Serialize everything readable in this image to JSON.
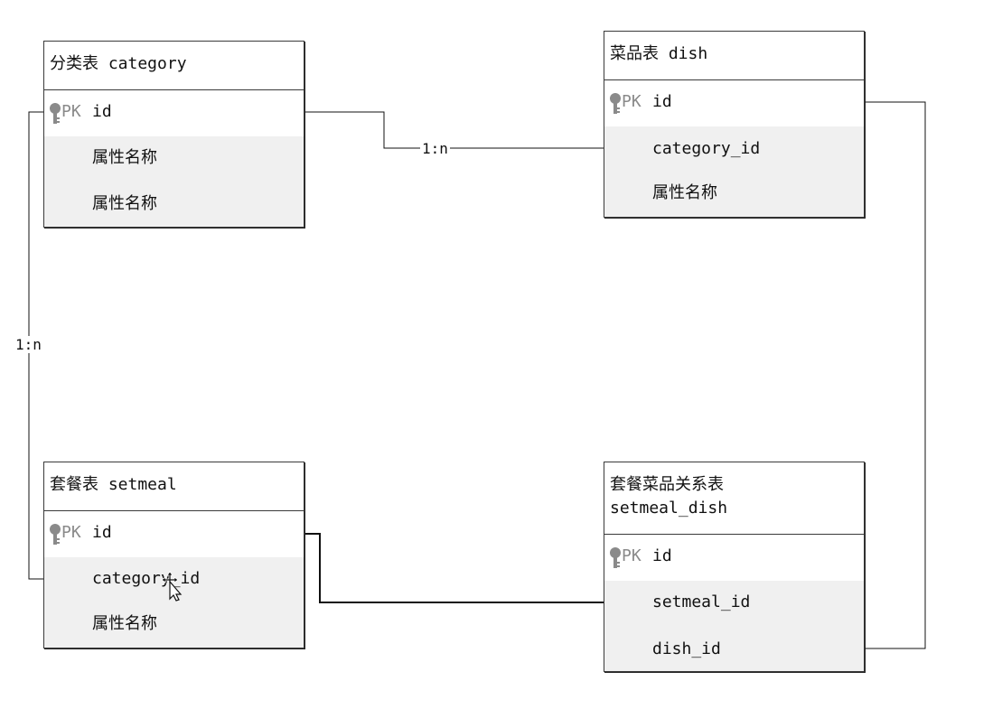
{
  "entities": {
    "category": {
      "title": "分类表 category",
      "pk_label": "PK",
      "pk_column": "id",
      "attrs": [
        "属性名称",
        "属性名称"
      ]
    },
    "dish": {
      "title": "菜品表 dish",
      "pk_label": "PK",
      "pk_column": "id",
      "attrs": [
        "category_id",
        "属性名称"
      ]
    },
    "setmeal": {
      "title": "套餐表 setmeal",
      "pk_label": "PK",
      "pk_column": "id",
      "attrs": [
        "category_id",
        "属性名称"
      ]
    },
    "setmeal_dish": {
      "title": "套餐菜品关系表\nsetmeal_dish",
      "pk_label": "PK",
      "pk_column": "id",
      "attrs": [
        "setmeal_id",
        "dish_id"
      ]
    }
  },
  "relationships": {
    "category_dish": "1:n",
    "category_setmeal": "1:n"
  },
  "icons": {
    "key": "key-icon",
    "cursor": "move-cursor-icon"
  },
  "colors": {
    "border": "#3a3a3a",
    "attr_bg": "#f0f0f0",
    "pk_label": "#8a8a8a",
    "key": "#8a8a8a"
  }
}
